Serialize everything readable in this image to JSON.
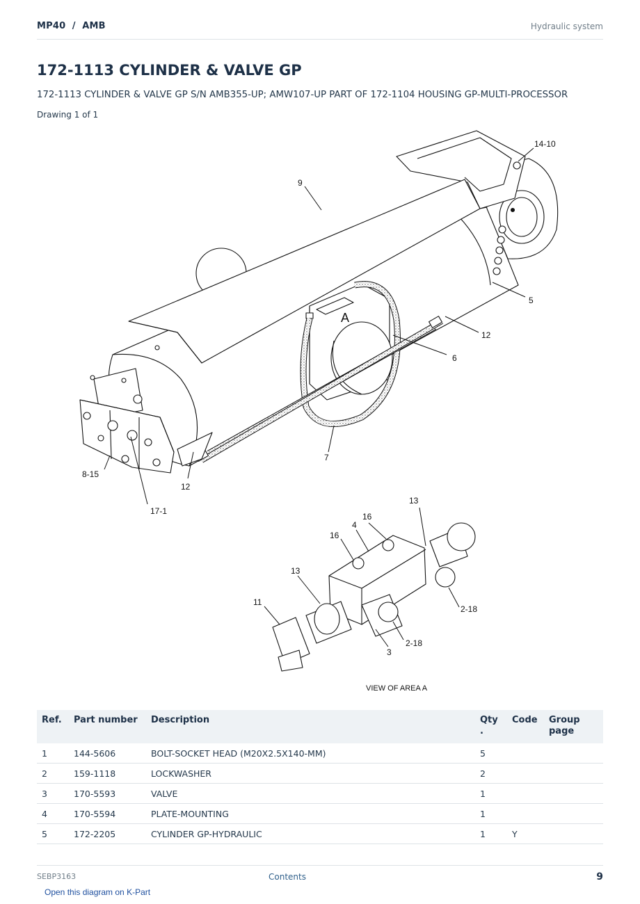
{
  "header": {
    "brand": "MP40  /  AMB",
    "section": "Hydraulic system"
  },
  "title": "172-1113 CYLINDER & VALVE GP",
  "subtitle": "172-1113 CYLINDER & VALVE GP S/N AMB355-UP; AMW107-UP PART OF 172-1104 HOUSING GP-MULTI-PROCESSOR",
  "drawing_label": "Drawing 1 of 1",
  "diagram": {
    "callouts": {
      "c14_10": "14-10",
      "c9": "9",
      "c5": "5",
      "cA": "A",
      "c12a": "12",
      "c6": "6",
      "c7": "7",
      "c8_15": "8-15",
      "c12b": "12",
      "c17_1": "17-1",
      "c13a": "13",
      "c16a": "16",
      "c4": "4",
      "c16b": "16",
      "c13b": "13",
      "c11": "11",
      "c2_18a": "2-18",
      "c2_18b": "2-18",
      "c3": "3"
    },
    "view_label": "VIEW OF AREA  A"
  },
  "table": {
    "headers": {
      "ref": "Ref.",
      "part": "Part number",
      "desc": "Description",
      "qty": "Qty\n.",
      "code": "Code",
      "group": "Group\npage"
    },
    "rows": [
      {
        "ref": "1",
        "part": "144-5606",
        "desc": "BOLT-SOCKET HEAD (M20X2.5X140-MM)",
        "qty": "5",
        "code": "",
        "group": ""
      },
      {
        "ref": "2",
        "part": "159-1118",
        "desc": "LOCKWASHER",
        "qty": "2",
        "code": "",
        "group": ""
      },
      {
        "ref": "3",
        "part": "170-5593",
        "desc": "VALVE",
        "qty": "1",
        "code": "",
        "group": ""
      },
      {
        "ref": "4",
        "part": "170-5594",
        "desc": "PLATE-MOUNTING",
        "qty": "1",
        "code": "",
        "group": ""
      },
      {
        "ref": "5",
        "part": "172-2205",
        "desc": "CYLINDER GP-HYDRAULIC",
        "qty": "1",
        "code": "Y",
        "group": ""
      }
    ]
  },
  "footer": {
    "doc_id": "SEBP3163",
    "contents_link": "Contents",
    "page_number": "9"
  },
  "kpart_link": "Open this diagram on K-Part"
}
